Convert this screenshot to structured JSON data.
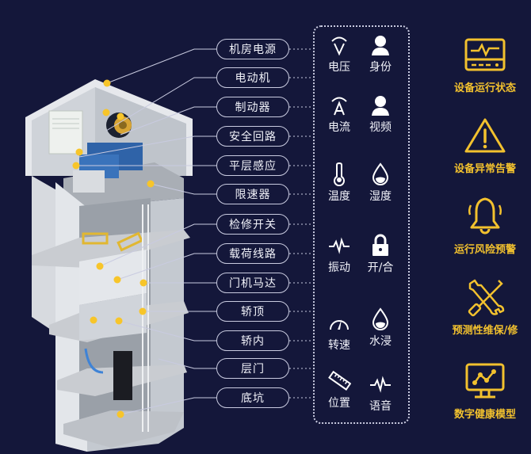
{
  "colors": {
    "background": "#14173a",
    "accent_yellow": "#f2c12e",
    "sensor_dot": "#f7c52a",
    "line": "#c9cbe0",
    "shaft_wall": "#dcdfe4",
    "machine_blue": "#2f63a8"
  },
  "components": [
    {
      "label": "机房电源"
    },
    {
      "label": "电动机"
    },
    {
      "label": "制动器"
    },
    {
      "label": "安全回路"
    },
    {
      "label": "平层感应"
    },
    {
      "label": "限速器"
    },
    {
      "label": "检修开关"
    },
    {
      "label": "载荷线路"
    },
    {
      "label": "门机马达"
    },
    {
      "label": "轿顶"
    },
    {
      "label": "轿内"
    },
    {
      "label": "层门"
    },
    {
      "label": "底坑"
    }
  ],
  "sensors": [
    {
      "label": "电压",
      "icon": "voltage-icon"
    },
    {
      "label": "身份",
      "icon": "person-icon"
    },
    {
      "label": "电流",
      "icon": "current-icon"
    },
    {
      "label": "视频",
      "icon": "person-icon"
    },
    {
      "label": "温度",
      "icon": "thermometer-icon"
    },
    {
      "label": "湿度",
      "icon": "droplet-icon"
    },
    {
      "label": "振动",
      "icon": "pulse-icon"
    },
    {
      "label": "开/合",
      "icon": "lock-icon"
    },
    {
      "label": "转速",
      "icon": "gauge-icon"
    },
    {
      "label": "水浸",
      "icon": "droplet-icon"
    },
    {
      "label": "位置",
      "icon": "ruler-icon"
    },
    {
      "label": "语音",
      "icon": "pulse-icon"
    }
  ],
  "capabilities": [
    {
      "label": "设备运行状态",
      "icon": "monitor-pulse-icon"
    },
    {
      "label": "设备异常告警",
      "icon": "warning-icon"
    },
    {
      "label": "运行风险预警",
      "icon": "bell-icon"
    },
    {
      "label": "预测性维保/修",
      "icon": "tools-icon"
    },
    {
      "label": "数字健康模型",
      "icon": "monitor-chart-icon"
    }
  ]
}
